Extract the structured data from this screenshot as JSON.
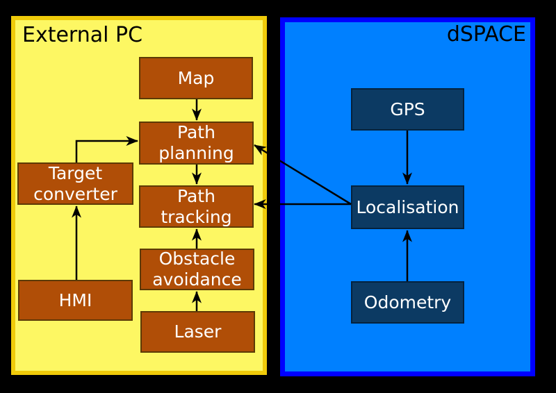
{
  "containers": {
    "external_pc": {
      "title": "External PC"
    },
    "dspace": {
      "title": "dSPACE"
    }
  },
  "nodes": {
    "map": {
      "label": "Map"
    },
    "path_planning": {
      "label": "Path planning"
    },
    "path_tracking": {
      "label": "Path tracking"
    },
    "target_converter": {
      "label": "Target converter"
    },
    "hmi": {
      "label": "HMI"
    },
    "obstacle_avoidance": {
      "label": "Obstacle avoidance"
    },
    "laser": {
      "label": "Laser"
    },
    "gps": {
      "label": "GPS"
    },
    "localisation": {
      "label": "Localisation"
    },
    "odometry": {
      "label": "Odometry"
    }
  },
  "edges": [
    {
      "from": "Map",
      "to": "Path planning"
    },
    {
      "from": "Path planning",
      "to": "Path tracking"
    },
    {
      "from": "Target converter",
      "to": "Path planning"
    },
    {
      "from": "HMI",
      "to": "Target converter"
    },
    {
      "from": "Obstacle avoidance",
      "to": "Path tracking"
    },
    {
      "from": "Laser",
      "to": "Obstacle avoidance"
    },
    {
      "from": "GPS",
      "to": "Localisation"
    },
    {
      "from": "Odometry",
      "to": "Localisation"
    },
    {
      "from": "Localisation",
      "to": "Path planning"
    },
    {
      "from": "Localisation",
      "to": "Path tracking"
    }
  ],
  "colors": {
    "background": "#000000",
    "external_pc_fill": "#FDF763",
    "external_pc_border": "#F0CB0A",
    "dspace_fill": "#0080FF",
    "dspace_border": "#0000FF",
    "node_brown_fill": "#B04E07",
    "node_brown_border": "#5C3A06",
    "node_navy_fill": "#0C3A63",
    "node_navy_border": "#04223E",
    "node_text": "#FFFFFF",
    "title_text": "#000000",
    "arrow": "#000000"
  }
}
